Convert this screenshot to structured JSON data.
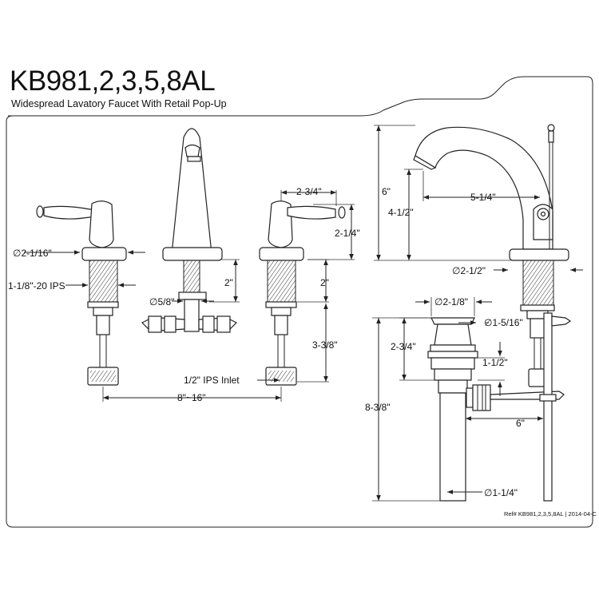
{
  "header": {
    "model": "KB981,2,3,5,8AL",
    "subtitle": "Widespread Lavatory Faucet With Retail Pop-Up"
  },
  "front_view": {
    "handle_flange": "∅2-1/16\"",
    "shank_thread": "1-1/8\"-20 IPS",
    "spout_shank": "∅5/8\"",
    "handle_spread": "2-3/4\"",
    "handle_height": "2-1/4\"",
    "spout_shank_length": "2\"",
    "handle_shank_length": "2\"",
    "supply_length": "3-3/8\"",
    "inlet": "1/2\" IPS Inlet",
    "centers": "8\"~16\""
  },
  "side_view": {
    "overall_height": "6\"",
    "spout_height": "4-1/2\"",
    "spout_reach": "5-1/4\"",
    "spout_base": "∅2-1/2\""
  },
  "drain_view": {
    "flange_top": "∅2-1/8\"",
    "flange_hole": "∅1-5/16\"",
    "body_depth": "2-3/4\"",
    "nut_height": "1-1/2\"",
    "overall_length": "8-3/8\"",
    "rod_reach": "6\"",
    "tail_piece": "∅1-1/4\""
  },
  "footer": {
    "reference": "Ref# KB981,2,3,5,8AL  |  2014-04-C"
  }
}
